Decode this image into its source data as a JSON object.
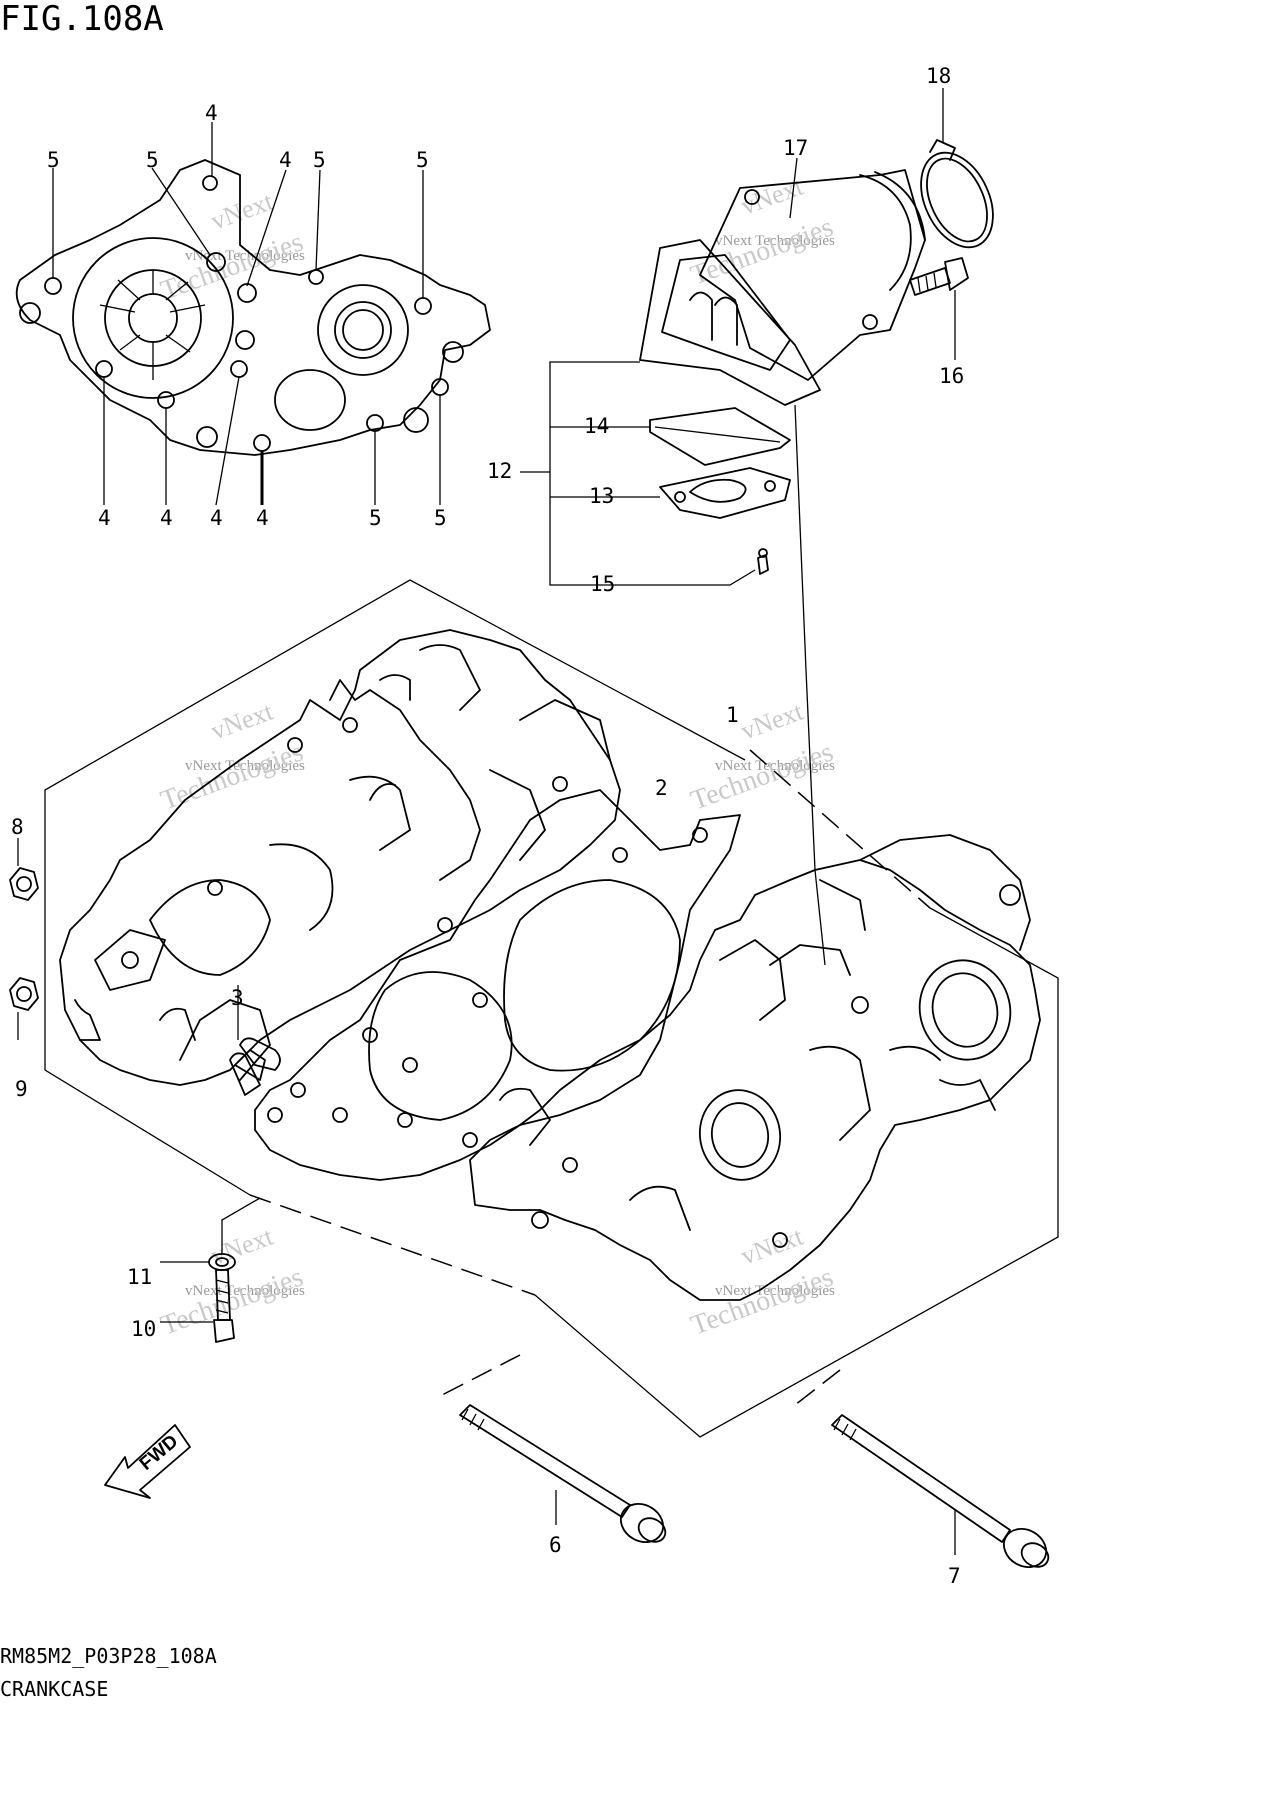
{
  "figure": {
    "title": "FIG.108A",
    "code": "RM85M2_P03P28_108A",
    "name": "CRANKCASE"
  },
  "watermark": {
    "line1": "vNext",
    "line2": "vNext Technologies",
    "line3": "Technologies"
  },
  "callouts": [
    {
      "id": "c4-top",
      "label": "4"
    },
    {
      "id": "c5-a",
      "label": "5"
    },
    {
      "id": "c5-b",
      "label": "5"
    },
    {
      "id": "c4-b",
      "label": "4"
    },
    {
      "id": "c5-c",
      "label": "5"
    },
    {
      "id": "c5-d",
      "label": "5"
    },
    {
      "id": "c4-bot-1",
      "label": "4"
    },
    {
      "id": "c4-bot-2",
      "label": "4"
    },
    {
      "id": "c4-bot-3",
      "label": "4"
    },
    {
      "id": "c4-bot-4",
      "label": "4"
    },
    {
      "id": "c5-bot-1",
      "label": "5"
    },
    {
      "id": "c5-bot-2",
      "label": "5"
    },
    {
      "id": "c18",
      "label": "18"
    },
    {
      "id": "c17",
      "label": "17"
    },
    {
      "id": "c16",
      "label": "16"
    },
    {
      "id": "c14",
      "label": "14"
    },
    {
      "id": "c12",
      "label": "12"
    },
    {
      "id": "c13",
      "label": "13"
    },
    {
      "id": "c15",
      "label": "15"
    },
    {
      "id": "c1",
      "label": "1"
    },
    {
      "id": "c2",
      "label": "2"
    },
    {
      "id": "c8",
      "label": "8"
    },
    {
      "id": "c3",
      "label": "3"
    },
    {
      "id": "c9",
      "label": "9"
    },
    {
      "id": "c11",
      "label": "11"
    },
    {
      "id": "c10",
      "label": "10"
    },
    {
      "id": "c6",
      "label": "6"
    },
    {
      "id": "c7",
      "label": "7"
    }
  ],
  "fwd_label": "FWD"
}
